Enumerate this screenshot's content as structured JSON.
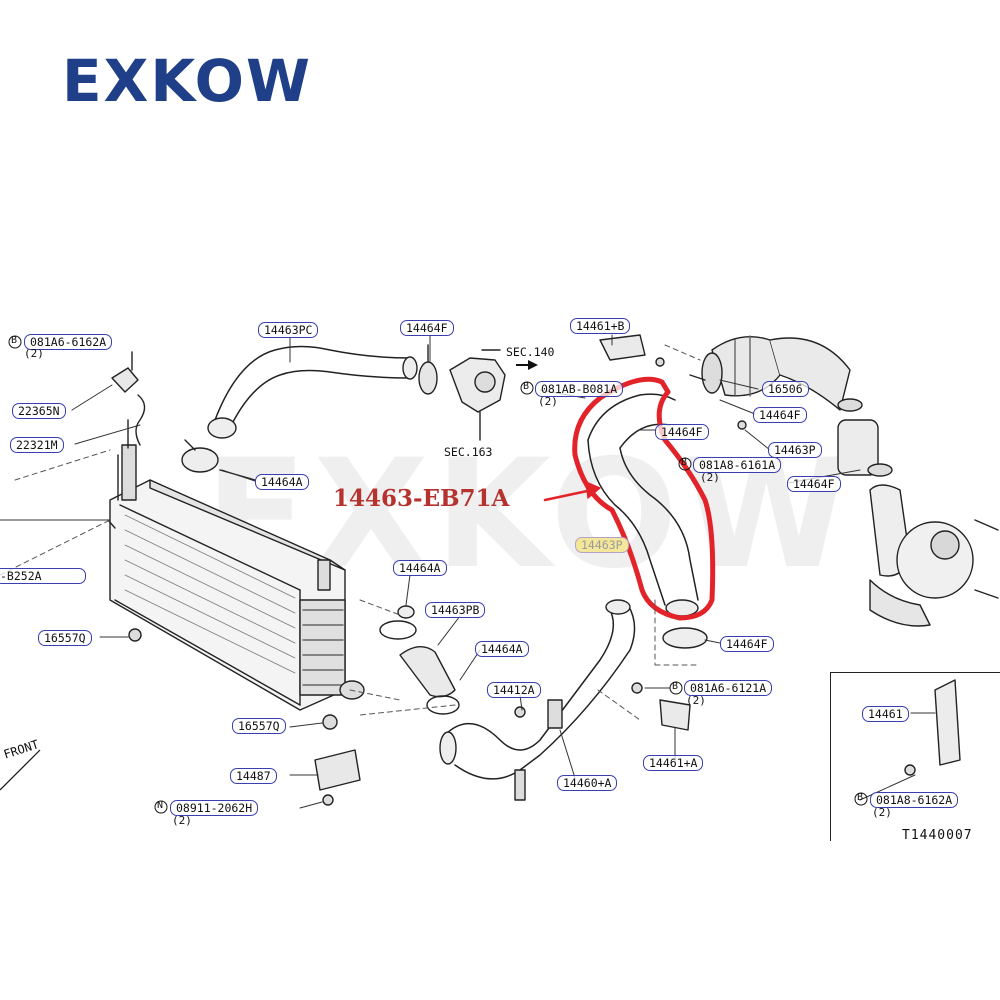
{
  "brand": "EXKOW",
  "watermark": "EXKOW",
  "callout": {
    "text": "14463-EB71A",
    "color": "#b5322e"
  },
  "highlight_color": "#e2242a",
  "label_border_color": "#3a3fb0",
  "labels": {
    "l_081a6_6162a": "081A6-6162A",
    "l_22365n": "22365N",
    "l_22321m": "22321M",
    "l_b252a": "-B252A",
    "l_16557q": "16557Q",
    "l_14463pc": "14463PC",
    "l_14464f_top": "14464F",
    "l_14464a_left": "14464A",
    "l_14464a_mid": "14464A",
    "l_14463pb": "14463PB",
    "l_14464a_low": "14464A",
    "l_14412a": "14412A",
    "l_16557q_low": "16557Q",
    "l_14487": "14487",
    "l_08911_2062h": "08911-2062H",
    "l_14460a": "14460+A",
    "l_14461b": "14461+B",
    "l_081ab_b081a": "081AB-B081A",
    "l_14464f_hose": "14464F",
    "l_14463p_hl": "14463P",
    "l_16506": "16506",
    "l_14464f_right": "14464F",
    "l_14463p": "14463P",
    "l_081a8_6161a": "081A8-6161A",
    "l_14464f_r2": "14464F",
    "l_14464f_low": "14464F",
    "l_081a6_6121a": "081A6-6121A",
    "l_14461a": "14461+A",
    "l_14461": "14461",
    "l_081a8_6162a": "081A8-6162A"
  },
  "qty": {
    "q1": "(2)",
    "q2": "(2)",
    "q3": "(2)",
    "q4": "(2)",
    "q5": "(2)",
    "q6": "(2)"
  },
  "refs": {
    "sec140": "SEC.140",
    "sec163": "SEC.163"
  },
  "markers": {
    "m1": "B",
    "m2": "B",
    "m3": "B",
    "m4": "B",
    "m5": "N",
    "m6": "B"
  },
  "front_label": "FRONT",
  "figure_code": "T1440007"
}
